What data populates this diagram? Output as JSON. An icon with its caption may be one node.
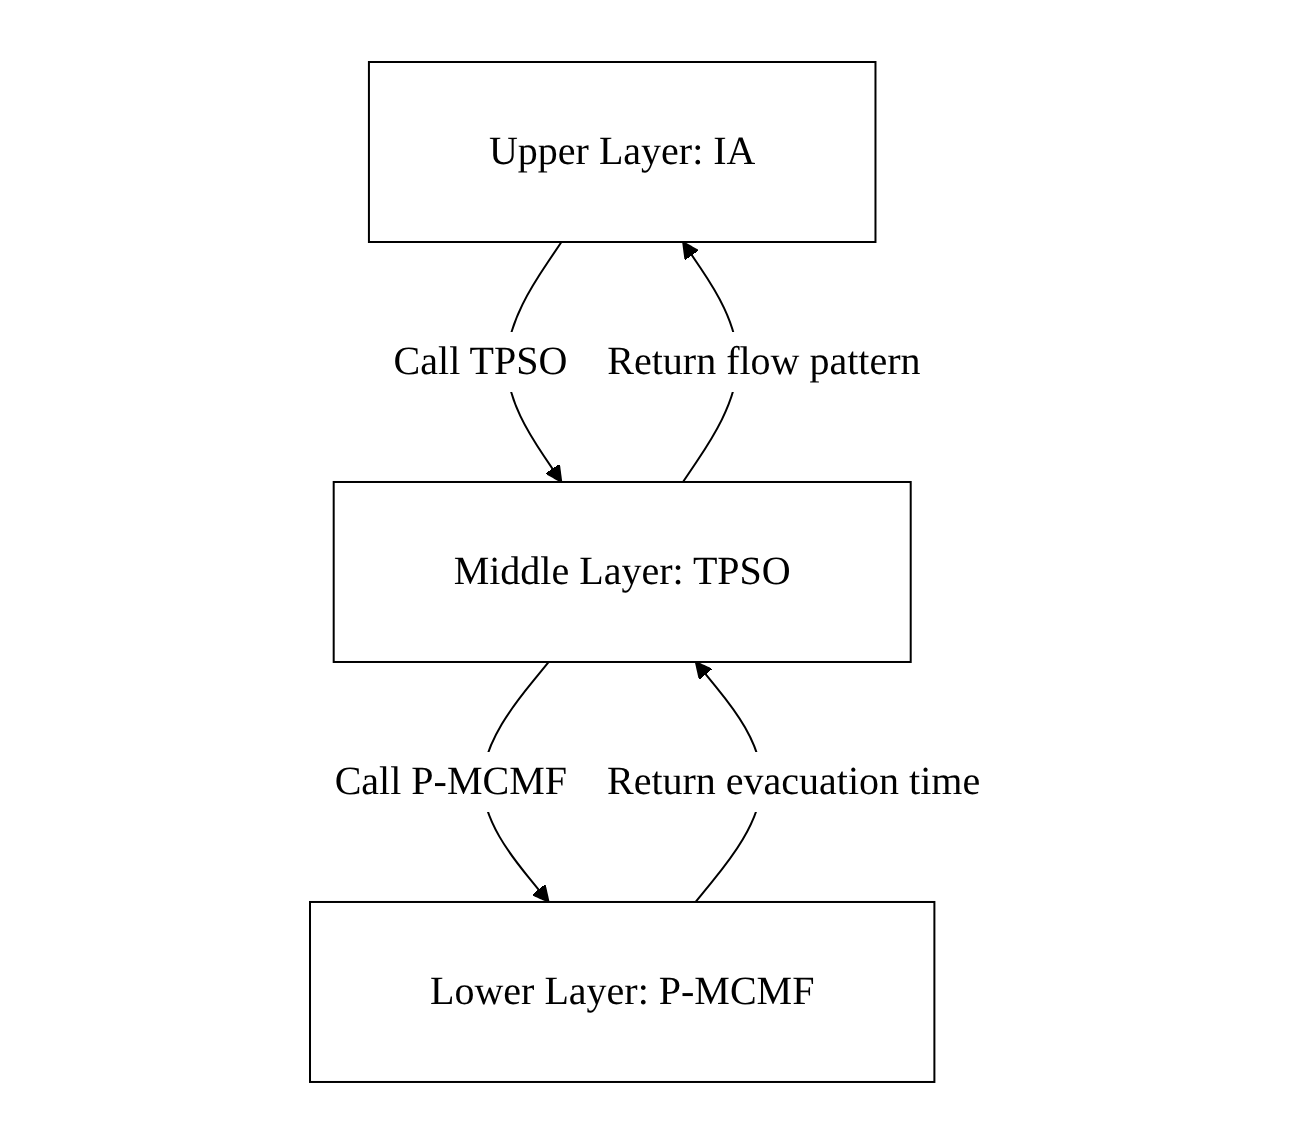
{
  "diagram": {
    "nodes": [
      {
        "text": [
          "Upper Layer: IA"
        ]
      },
      {
        "text": [
          "Middle Layer: TPSO"
        ]
      },
      {
        "text": [
          "Lower Layer: P-MCMF"
        ]
      }
    ],
    "edges": [
      {
        "from": 0,
        "to": 1,
        "arrow": "to",
        "label": "Call TPSO"
      },
      {
        "from": 1,
        "to": 0,
        "arrow": "to",
        "label": "Return flow pattern"
      },
      {
        "from": 1,
        "to": 2,
        "arrow": "to",
        "label": "Call P-MCMF"
      },
      {
        "from": 2,
        "to": 1,
        "arrow": "to",
        "label": "Return evacuation time"
      }
    ]
  }
}
